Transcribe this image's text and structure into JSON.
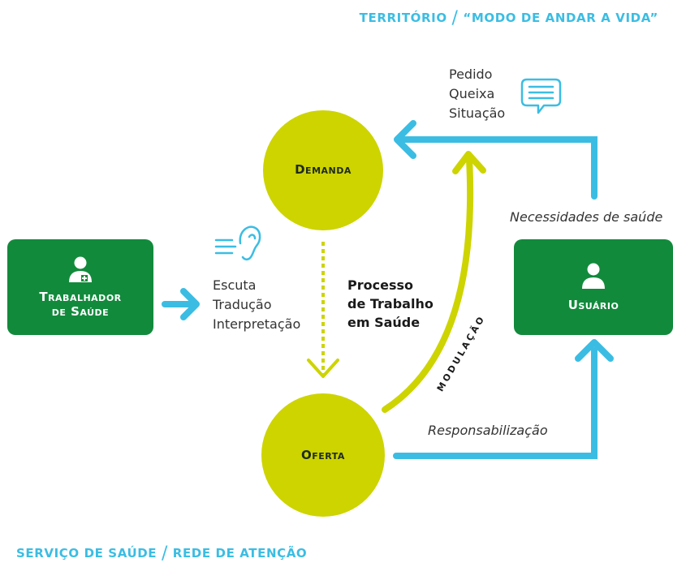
{
  "titles": {
    "top_left": "TERRITÓRIO",
    "top_right": "“MODO DE ANDAR A VIDA”",
    "bottom_left": "SERVIÇO DE SAÚDE",
    "bottom_right": "REDE DE ATENÇÃO",
    "separator": "/"
  },
  "nodes": {
    "worker": {
      "line1": "Trabalhador",
      "line2": "de Saúde"
    },
    "user": {
      "label": "Usuário"
    },
    "demand": {
      "label": "Demanda"
    },
    "offer": {
      "label": "Oferta"
    }
  },
  "listening": [
    "Escuta",
    "Tradução",
    "Interpretação"
  ],
  "request": [
    "Pedido",
    "Queixa",
    "Situação"
  ],
  "process": [
    "Processo",
    "de Trabalho",
    "em Saúde"
  ],
  "edges": {
    "needs": "Necessidades de saúde",
    "responsibility": "Responsabilização",
    "modulation": "MODULAÇÃO"
  },
  "colors": {
    "blue": "#3bbde3",
    "green": "#128a3c",
    "lime": "#cdd400"
  },
  "icons": [
    "ear-icon",
    "speech-bubble-icon",
    "health-worker-icon",
    "user-icon"
  ]
}
